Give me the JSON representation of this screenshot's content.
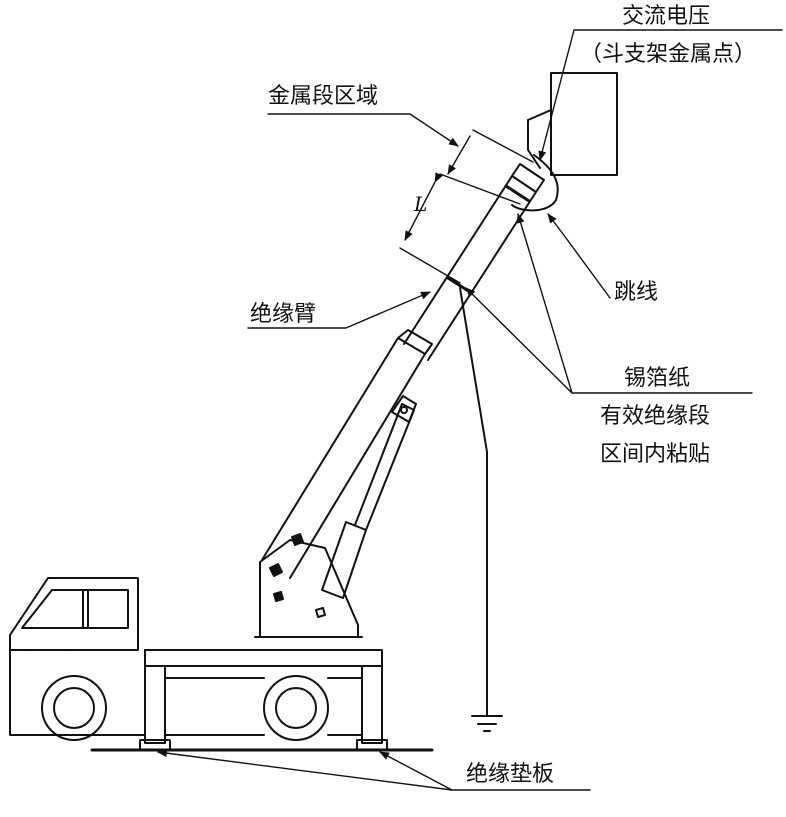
{
  "labels": {
    "ac_voltage": "交流电压",
    "bucket_bracket": "（斗支架金属点）",
    "metal_region": "金属段区域",
    "length_L": "L",
    "jumper": "跳线",
    "insulated_arm": "绝缘臂",
    "tin_foil": "锡箔纸",
    "effective_line1": "有效绝缘段",
    "effective_line2": "区间内粘贴",
    "insulating_pad": "绝缘垫板"
  },
  "colors": {
    "stroke": "#111111",
    "background": "#ffffff"
  }
}
